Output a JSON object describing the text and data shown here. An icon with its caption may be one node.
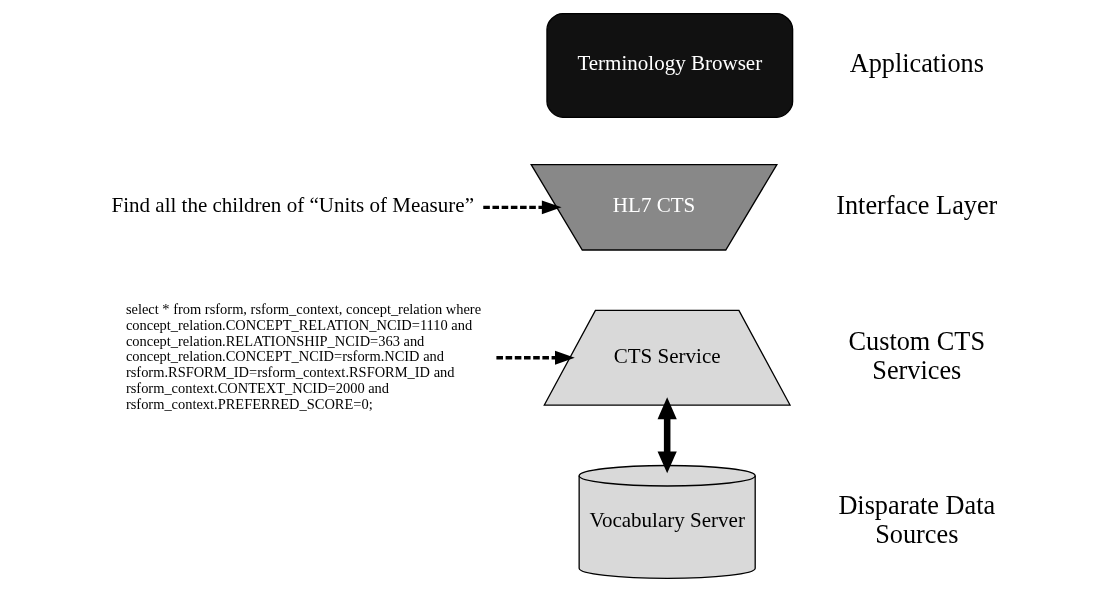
{
  "diagram": {
    "nodes": [
      {
        "text": [
          "Terminology Browser"
        ]
      },
      {
        "text": [
          "HL7 CTS"
        ]
      },
      {
        "text": [
          "CTS Service"
        ]
      },
      {
        "text": [
          "Vocabulary Server"
        ]
      },
      {
        "text": [
          "Find all the children of “Units of Measure”"
        ]
      },
      {
        "text": [
          "select * from rsform, rsform_context, concept_relation where concept_relation.CONCEPT_RELATION_NCID=1110 and concept_relation.RELATIONSHIP_NCID=363 and concept_relation.CONCEPT_NCID=rsform.NCID and rsform.RSFORM_ID=rsform_context.RSFORM_ID and rsform_context.CONTEXT_NCID=2000 and rsform_context.PREFERRED_SCORE=0;"
        ]
      }
    ],
    "edges": [
      {
        "from": 4,
        "to": 1,
        "arrow": "to",
        "style": "dashed"
      },
      {
        "from": 5,
        "to": 2,
        "arrow": "to",
        "style": "dashed"
      },
      {
        "from": 2,
        "to": 3,
        "arrow": "both",
        "style": "thick"
      }
    ],
    "labels": [
      "Applications",
      "Interface Layer",
      "Custom CTS Services",
      "Disparate Data Sources"
    ]
  }
}
